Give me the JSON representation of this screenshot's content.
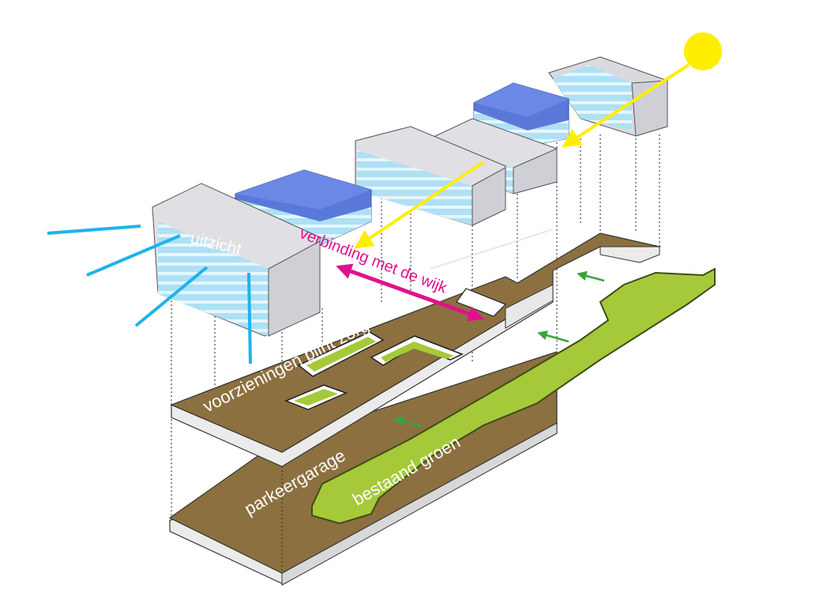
{
  "labels": {
    "view": "uitzicht",
    "connection": "verbinding met de wijk",
    "plinth": "voorzieningen plint zorg",
    "garage": "parkeergarage",
    "green": "bestaand groen"
  },
  "colors": {
    "background": "#ffffff",
    "plinth": "#8c7040",
    "plinth_edge": "#6e5630",
    "slab_side": "#ebebeb",
    "green": "#a6c93a",
    "green_edge": "#3e4d16",
    "building_white": "#d9dadf",
    "building_blue": "#5a78d8",
    "glazing": "#aee0f6",
    "sun": "#ffee00",
    "view_lines": "#1fb3ea",
    "connection_arrow": "#e0118c",
    "wind_arrows": "#3aa53a",
    "label_text": "#ffffff"
  },
  "icons": {
    "sun": "sun-icon",
    "sun_arrow": "arrow-icon",
    "connection": "double-arrow-icon",
    "air_flow": "arrow-icon"
  }
}
